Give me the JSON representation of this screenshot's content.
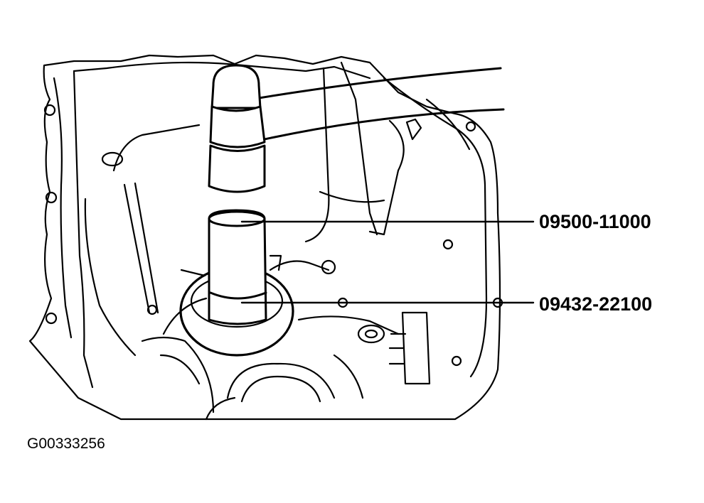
{
  "callouts": {
    "tool_1": "09500-11000",
    "tool_2": "09432-22100"
  },
  "figure_id": "G00333256",
  "colors": {
    "line": "#000000",
    "background": "#ffffff"
  }
}
